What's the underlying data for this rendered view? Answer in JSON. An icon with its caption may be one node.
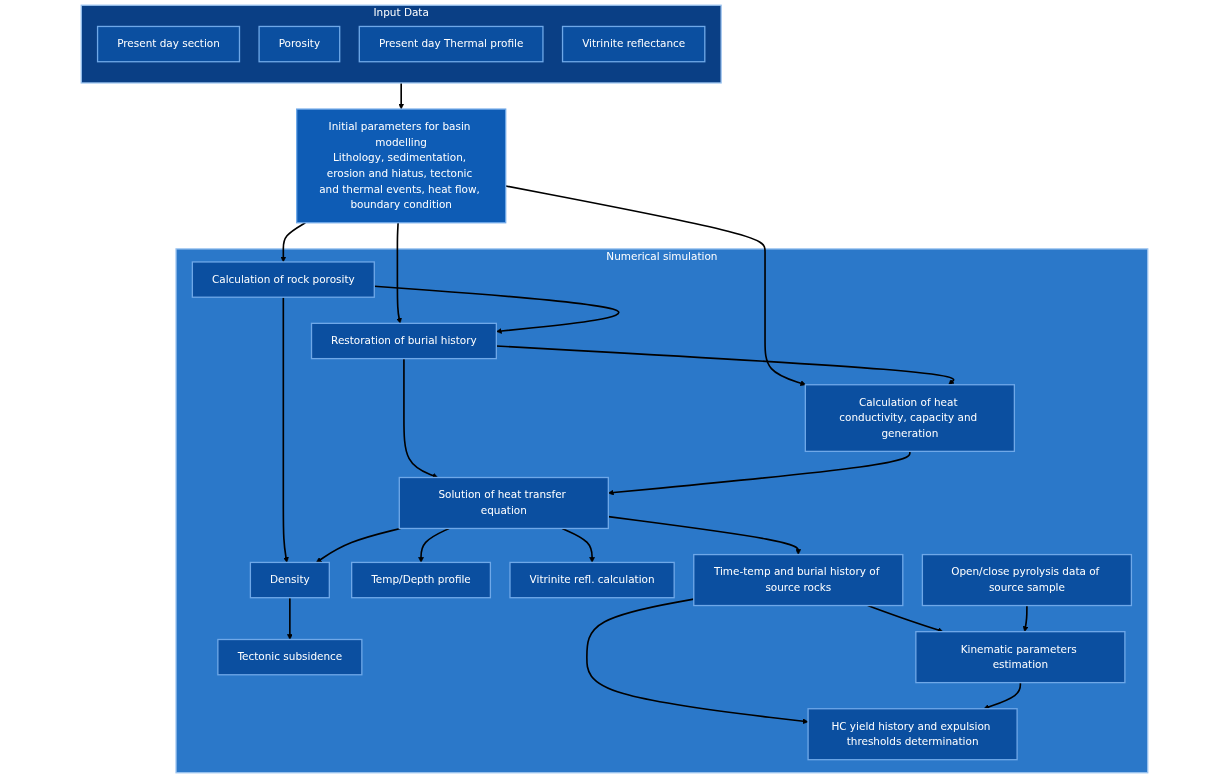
{
  "diagram": {
    "nodes": [
      {
        "text": [
          "Input Data"
        ]
      },
      {
        "text": [
          "Present day section"
        ],
        "in": 0
      },
      {
        "text": [
          "Porosity"
        ],
        "in": 0
      },
      {
        "text": [
          "Present day Thermal profile"
        ],
        "in": 0
      },
      {
        "text": [
          "Vitrinite reflectance"
        ],
        "in": 0
      },
      {
        "text": [
          "Initial parameters for basin modelling",
          "Lithology, sedimentation, erosion and hiatus, tectonic and thermal events, heat flow, boundary condition"
        ]
      },
      {
        "text": [
          "Numerical simulation"
        ]
      },
      {
        "text": [
          "Calculation of rock porosity"
        ],
        "in": 6
      },
      {
        "text": [
          "Restoration of burial history"
        ],
        "in": 6
      },
      {
        "text": [
          "Calculation of heat conductivity, capacity and generation"
        ],
        "in": 6
      },
      {
        "text": [
          "Density"
        ],
        "in": 6
      },
      {
        "text": [
          "Solution of heat transfer equation"
        ],
        "in": 6
      },
      {
        "text": [
          "Temp/Depth profile"
        ],
        "in": 6
      },
      {
        "text": [
          "Tectonic subsidence"
        ],
        "in": 6
      },
      {
        "text": [
          "Vitrinite refl. calculation"
        ],
        "in": 6
      },
      {
        "text": [
          "Time-temp and burial history of source rocks"
        ],
        "in": 6
      },
      {
        "text": [
          "Open/close pyrolysis data of source sample"
        ],
        "in": 6
      },
      {
        "text": [
          "Kinematic parameters estimation"
        ],
        "in": 6
      },
      {
        "text": [
          "HC yield history and expulsion thresholds determination"
        ],
        "in": 6
      }
    ],
    "edges": [
      {
        "from": 0,
        "to": 5,
        "arrow": "to"
      },
      {
        "from": 5,
        "to": 7,
        "arrow": "to"
      },
      {
        "from": 5,
        "to": 8,
        "arrow": "to"
      },
      {
        "from": 5,
        "to": 9,
        "arrow": "to"
      },
      {
        "from": 7,
        "to": 8,
        "arrow": "to"
      },
      {
        "from": 8,
        "to": 9,
        "arrow": "to"
      },
      {
        "from": 7,
        "to": 10,
        "arrow": "to"
      },
      {
        "from": 8,
        "to": 11,
        "arrow": "to"
      },
      {
        "from": 9,
        "to": 11,
        "arrow": "to"
      },
      {
        "from": 11,
        "to": 10,
        "arrow": "to"
      },
      {
        "from": 10,
        "to": 13,
        "arrow": "to"
      },
      {
        "from": 11,
        "to": 12,
        "arrow": "to"
      },
      {
        "from": 11,
        "to": 14,
        "arrow": "to"
      },
      {
        "from": 11,
        "to": 15,
        "arrow": "to"
      },
      {
        "from": 15,
        "to": 17,
        "arrow": "to"
      },
      {
        "from": 15,
        "to": 18,
        "arrow": "to"
      },
      {
        "from": 16,
        "to": 17,
        "arrow": "to"
      },
      {
        "from": 17,
        "to": 18,
        "arrow": "to"
      }
    ]
  }
}
